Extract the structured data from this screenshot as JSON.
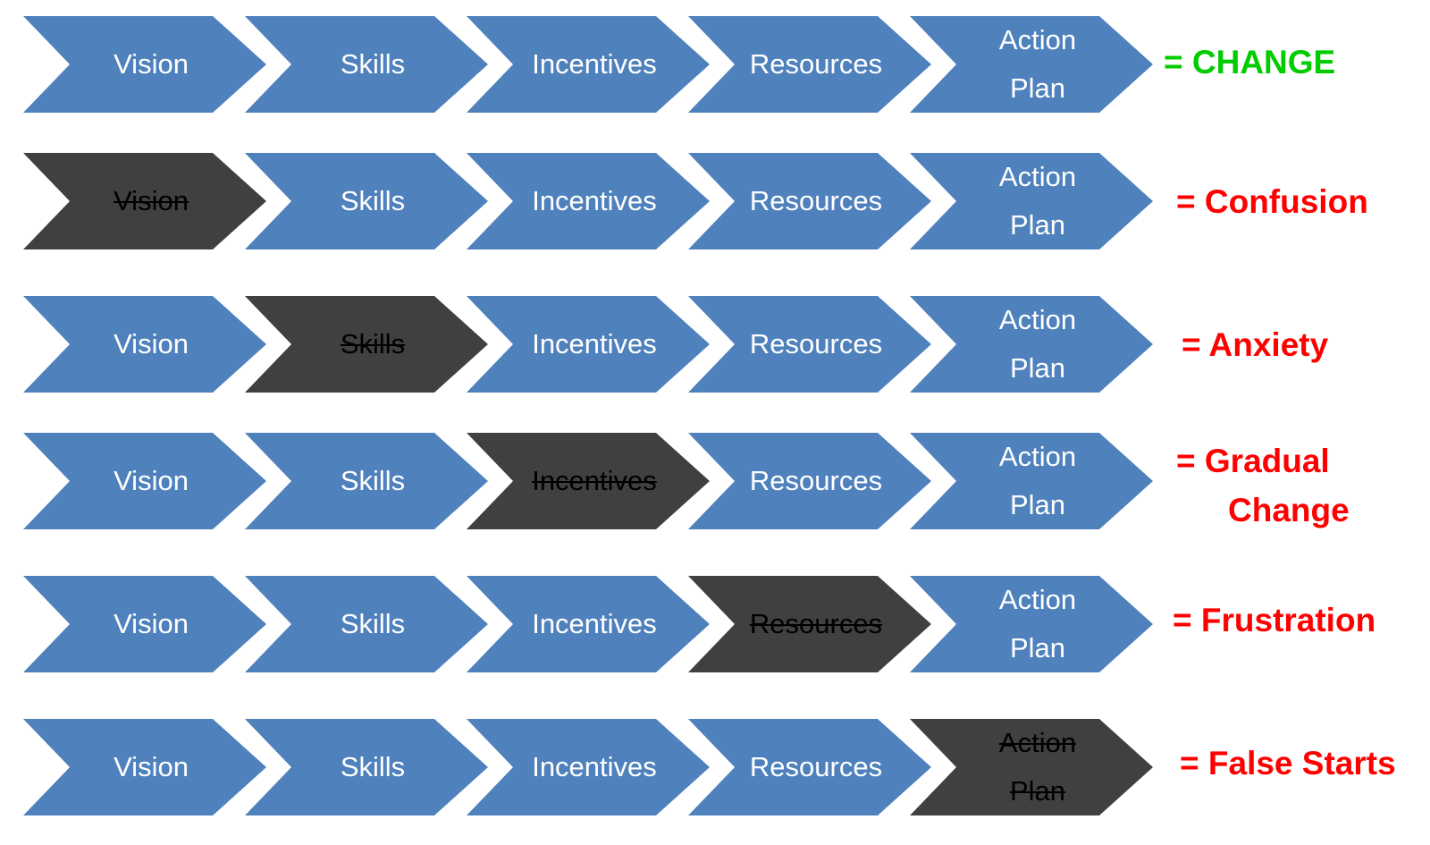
{
  "colors": {
    "block": "#4f81bd",
    "missing": "#404040",
    "success": "#00cc00",
    "failure": "#ff0000"
  },
  "rows": [
    {
      "steps": [
        {
          "lines": [
            "Vision"
          ],
          "missing": false
        },
        {
          "lines": [
            "Skills"
          ],
          "missing": false
        },
        {
          "lines": [
            "Incentives"
          ],
          "missing": false
        },
        {
          "lines": [
            "Resources"
          ],
          "missing": false
        },
        {
          "lines": [
            "Action",
            "Plan"
          ],
          "missing": false
        }
      ],
      "result": [
        "= CHANGE"
      ],
      "result_color": "success"
    },
    {
      "steps": [
        {
          "lines": [
            "Vision"
          ],
          "missing": true
        },
        {
          "lines": [
            "Skills"
          ],
          "missing": false
        },
        {
          "lines": [
            "Incentives"
          ],
          "missing": false
        },
        {
          "lines": [
            "Resources"
          ],
          "missing": false
        },
        {
          "lines": [
            "Action",
            "Plan"
          ],
          "missing": false
        }
      ],
      "result": [
        "= Confusion"
      ],
      "result_color": "failure"
    },
    {
      "steps": [
        {
          "lines": [
            "Vision"
          ],
          "missing": false
        },
        {
          "lines": [
            "Skills"
          ],
          "missing": true
        },
        {
          "lines": [
            "Incentives"
          ],
          "missing": false
        },
        {
          "lines": [
            "Resources"
          ],
          "missing": false
        },
        {
          "lines": [
            "Action",
            "Plan"
          ],
          "missing": false
        }
      ],
      "result": [
        "= Anxiety"
      ],
      "result_color": "failure"
    },
    {
      "steps": [
        {
          "lines": [
            "Vision"
          ],
          "missing": false
        },
        {
          "lines": [
            "Skills"
          ],
          "missing": false
        },
        {
          "lines": [
            "Incentives"
          ],
          "missing": true
        },
        {
          "lines": [
            "Resources"
          ],
          "missing": false
        },
        {
          "lines": [
            "Action",
            "Plan"
          ],
          "missing": false
        }
      ],
      "result": [
        "= Gradual",
        "Change"
      ],
      "result_color": "failure"
    },
    {
      "steps": [
        {
          "lines": [
            "Vision"
          ],
          "missing": false
        },
        {
          "lines": [
            "Skills"
          ],
          "missing": false
        },
        {
          "lines": [
            "Incentives"
          ],
          "missing": false
        },
        {
          "lines": [
            "Resources"
          ],
          "missing": true
        },
        {
          "lines": [
            "Action",
            "Plan"
          ],
          "missing": false
        }
      ],
      "result": [
        "= Frustration"
      ],
      "result_color": "failure"
    },
    {
      "steps": [
        {
          "lines": [
            "Vision"
          ],
          "missing": false
        },
        {
          "lines": [
            "Skills"
          ],
          "missing": false
        },
        {
          "lines": [
            "Incentives"
          ],
          "missing": false
        },
        {
          "lines": [
            "Resources"
          ],
          "missing": false
        },
        {
          "lines": [
            "Action",
            "Plan"
          ],
          "missing": true
        }
      ],
      "result": [
        "= False Starts"
      ],
      "result_color": "failure"
    }
  ]
}
